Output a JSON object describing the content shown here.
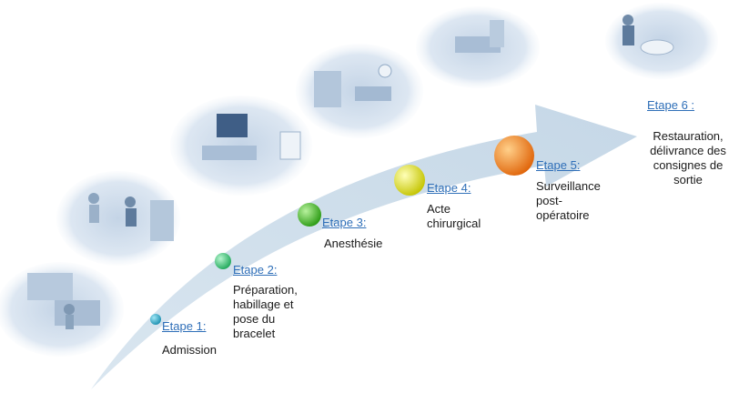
{
  "steps": [
    {
      "label": "Etape 1:",
      "lines": [
        "Admission"
      ],
      "color": "#2aa7c4"
    },
    {
      "label": "Etape 2:",
      "lines": [
        "Préparation,",
        "habillage et",
        "pose du",
        "bracelet"
      ],
      "color": "#3ec97a"
    },
    {
      "label": "Etape 3:",
      "lines": [
        "Anesthésie"
      ],
      "color": "#3bbf2a"
    },
    {
      "label": "Etape 4:",
      "lines": [
        "Acte",
        "chirurgical"
      ],
      "color": "#e6e61a"
    },
    {
      "label": "Etape 5:",
      "lines": [
        "Surveillance",
        "post-",
        "opératoire"
      ],
      "color": "#f08a1a"
    },
    {
      "label": "Etape 6 :",
      "lines": [
        "Restauration,",
        "délivrance des",
        "consignes de",
        "sortie"
      ],
      "color": ""
    }
  ],
  "scenes": [
    {
      "icon": "reception-desk-scene-icon"
    },
    {
      "icon": "dressing-room-scene-icon"
    },
    {
      "icon": "patient-bed-checklist-scene-icon"
    },
    {
      "icon": "operating-room-scene-icon"
    },
    {
      "icon": "recovery-room-scene-icon"
    },
    {
      "icon": "meal-table-scene-icon"
    }
  ],
  "colors": {
    "arrow": "#c9dbe8",
    "link": "#2f6fb8",
    "scene_fill": "#d7e3ef"
  }
}
